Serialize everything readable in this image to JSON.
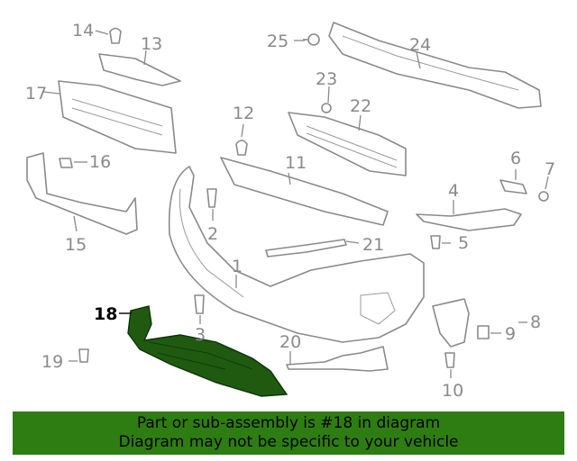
{
  "callouts": [
    "1",
    "2",
    "3",
    "4",
    "5",
    "6",
    "7",
    "8",
    "9",
    "10",
    "11",
    "12",
    "13",
    "14",
    "15",
    "16",
    "17",
    "18",
    "19",
    "20",
    "21",
    "22",
    "23",
    "24",
    "25"
  ],
  "highlighted_part": "18",
  "banner": {
    "line1": "Part or sub-assembly is #18 in diagram",
    "line2": "Diagram may not be specific to your vehicle",
    "background": "#2e7d12",
    "text_color": "#000000"
  },
  "colors": {
    "line_art": "#8a8a8a",
    "highlight_part": "#1f5a10"
  }
}
